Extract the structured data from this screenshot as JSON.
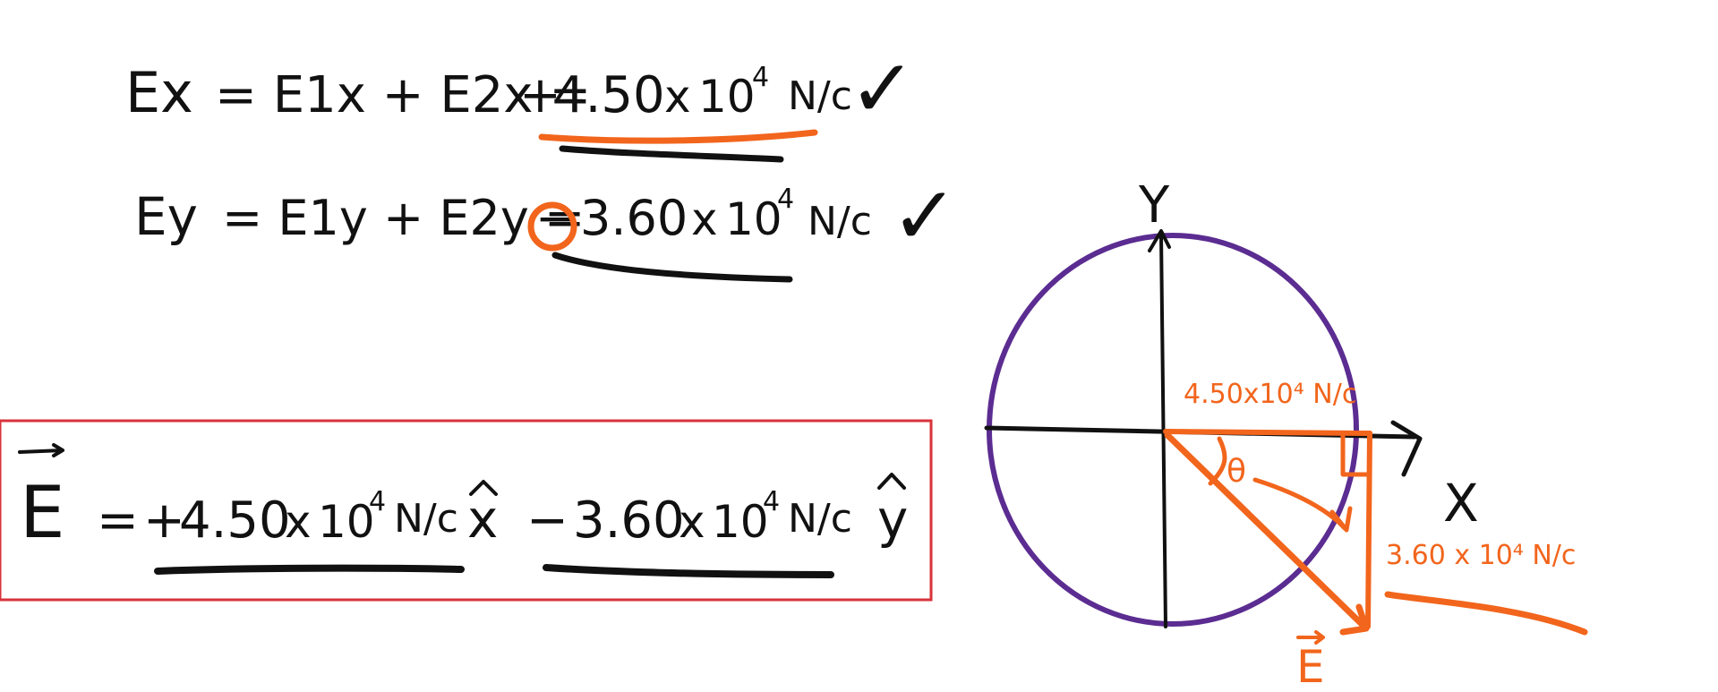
{
  "equations": {
    "ex": {
      "lhs": "Ex",
      "middle": "= E1x + E2x =",
      "sign": "+",
      "result": "4.50",
      "times": "x",
      "ten": "10",
      "exponent": "4",
      "unit": "N/c",
      "check": "✓"
    },
    "ey": {
      "lhs": "Ey",
      "middle": "= E1y + E2y =",
      "sign": "−",
      "result": "3.60",
      "times": "x",
      "ten": "10",
      "exponent": "4",
      "unit": "N/c",
      "check": "✓"
    }
  },
  "vector_result": {
    "symbol": "E",
    "equals": "=",
    "x_sign": "+",
    "x_value": "4.50",
    "x_times": "x",
    "x_ten": "10",
    "x_exponent": "4",
    "x_unit": "N/c",
    "x_hat": "x",
    "minus": "−",
    "y_value": "3.60",
    "y_times": "x",
    "y_ten": "10",
    "y_exponent": "4",
    "y_unit": "N/c",
    "y_hat": "y"
  },
  "diagram": {
    "y_axis_label": "Y",
    "x_axis_label": "X",
    "top_label": "4.50x10⁴ N/c",
    "side_label": "3.60 x 10⁴ N/c",
    "angle_label": "θ",
    "vector_label": "E"
  },
  "colors": {
    "ink": "#111111",
    "orange": "#f2651c",
    "purple": "#5b2c91",
    "box": "#d9323a"
  }
}
